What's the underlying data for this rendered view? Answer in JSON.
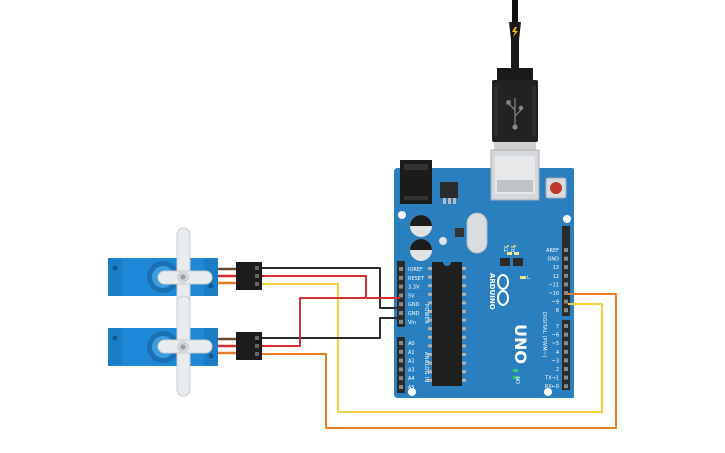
{
  "board": {
    "model": "UNO",
    "brand": "ARDUINO",
    "power_header_label": "POWER",
    "analog_header_label": "ANALOG IN",
    "digital_header_label": "DIGITAL (PWM~)",
    "on_label": "ON",
    "power_pins": [
      "IOREF",
      "RESET",
      "3.3V",
      "5V",
      "GND",
      "GND",
      "Vin"
    ],
    "analog_pins": [
      "A0",
      "A1",
      "A2",
      "A3",
      "A4",
      "A5"
    ],
    "digital_top_pins": [
      "AREF",
      "GND",
      "13",
      "12",
      "~11",
      "~10",
      "~9",
      "8"
    ],
    "digital_bottom_pins": [
      "7",
      "~6",
      "~5",
      "4",
      "~3",
      "2",
      "TX→1",
      "RX←0"
    ],
    "led_labels": [
      "TX",
      "RX",
      "L"
    ],
    "colors": {
      "board": "#2a7fbf",
      "board_dark": "#1f6aa3",
      "header": "#2b2b2b",
      "reset_button": "#c0392b"
    }
  },
  "components": [
    "usb-cable",
    "arduino-uno-board",
    "servo-top",
    "servo-bottom"
  ],
  "wires": [
    {
      "name": "servo-top-ground-wire",
      "color": "#2b2b2b",
      "from": "servo-top",
      "to": "GND"
    },
    {
      "name": "servo-top-power-wire",
      "color": "#d32f2f",
      "from": "servo-top",
      "to": "5V"
    },
    {
      "name": "servo-top-signal-wire",
      "color": "#f4d03f",
      "from": "servo-top",
      "to": "~9"
    },
    {
      "name": "servo-bottom-ground-wire",
      "color": "#2b2b2b",
      "from": "servo-bottom",
      "to": "GND"
    },
    {
      "name": "servo-bottom-power-wire",
      "color": "#d32f2f",
      "from": "servo-bottom",
      "to": "5V"
    },
    {
      "name": "servo-bottom-signal-wire",
      "color": "#e67e22",
      "from": "servo-bottom",
      "to": "~10"
    }
  ]
}
